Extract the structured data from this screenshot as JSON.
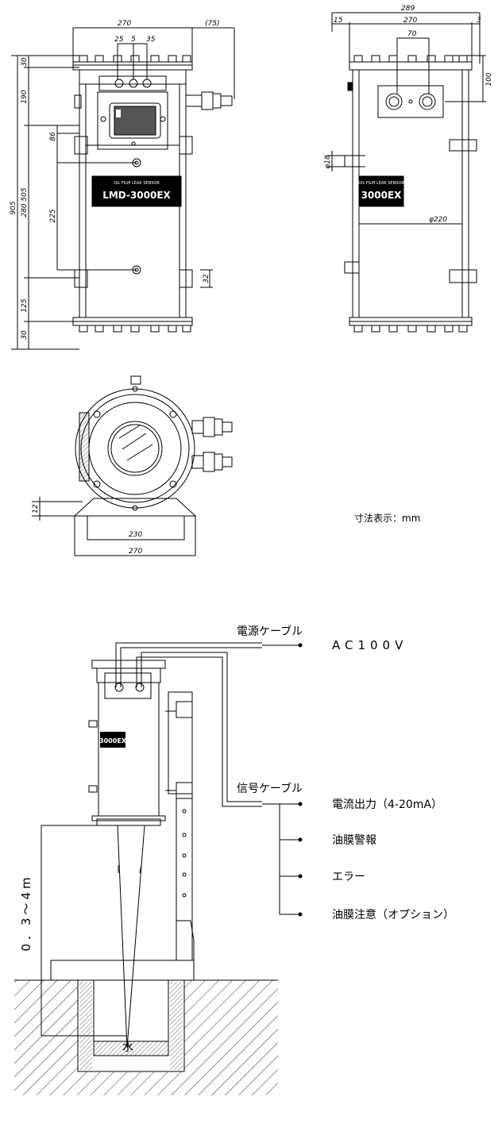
{
  "front_view": {
    "dim_top_width": "270",
    "dim_top_extra": "(75)",
    "dim_gland_1": "25",
    "dim_gland_2": "5",
    "dim_gland_3": "35",
    "dim_total_height": "905",
    "dim_30_top": "30",
    "dim_190": "190",
    "dim_505": "505",
    "dim_86": "86",
    "dim_280": "280",
    "dim_225": "225",
    "dim_125": "125",
    "dim_30_bottom": "30",
    "dim_32": "32",
    "plate_top": "OIL FILM LEAK SENSOR",
    "plate_model": "LMD-3000EX"
  },
  "side_view": {
    "dim_289": "289",
    "dim_15": "15",
    "dim_270": "270",
    "dim_3": "3",
    "dim_70": "70",
    "dim_100": "100",
    "dim_18": "φ18",
    "dim_220": "φ220",
    "plate_top": "OIL FILM LEAK SENSOR",
    "plate_model": "3000EX"
  },
  "bottom_view": {
    "dim_12": "12",
    "dim_230": "230",
    "dim_270": "270"
  },
  "units_note": "寸法表示：mm",
  "install": {
    "power_cable": "電源ケーブル",
    "power_spec": "AC100V",
    "signal_cable": "信号ケーブル",
    "out_current": "電流出力（4-20mA）",
    "out_oil_alarm": "油膜警報",
    "out_error": "エラー",
    "out_oil_caution": "油膜注意（オプション）",
    "distance": "0．3～4m",
    "water": "水",
    "plate_model": "3000EX"
  }
}
